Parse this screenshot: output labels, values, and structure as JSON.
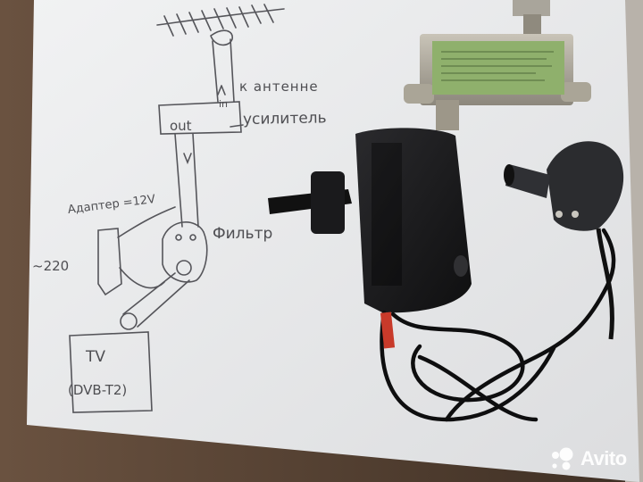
{
  "sketch": {
    "label_antenna": "к антенне",
    "label_in": "in",
    "label_out": "out",
    "label_amplifier": "усилитель",
    "label_adapter": "Адаптер =12V",
    "label_mains": "~220",
    "label_filter": "Фильтр",
    "label_tv": "TV",
    "label_dvb": "(DVB-T2)"
  },
  "watermark": {
    "text": "Avito",
    "icon": "avito-logo-icon"
  },
  "colors": {
    "table": "#5a4636",
    "paper": "#ecedee",
    "pencil": "#4e4e52",
    "adapter_body": "#1c1c1e",
    "amplifier_green": "#8fb06c",
    "red_sleeve": "#c83a2a"
  }
}
